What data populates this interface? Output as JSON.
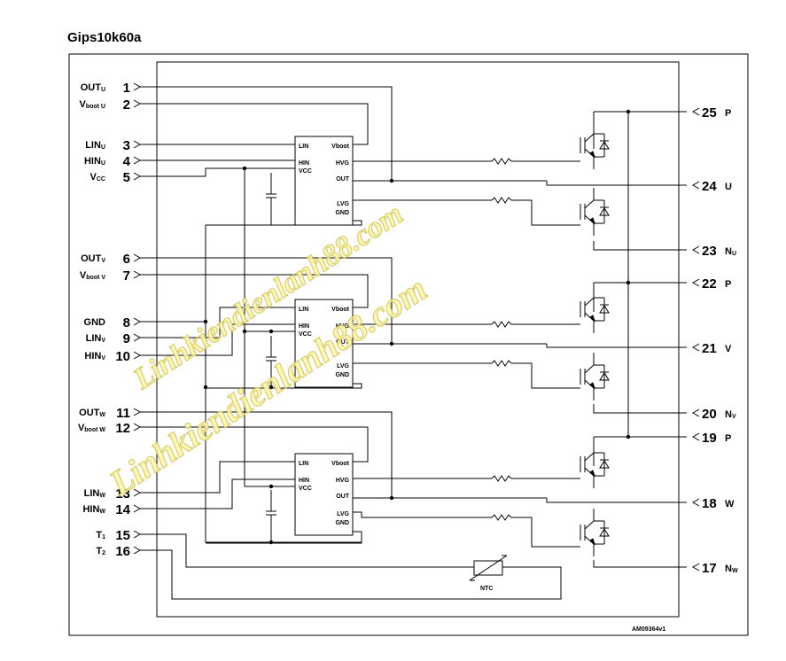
{
  "title": "Gips10k60a",
  "code": "AM09364v1",
  "watermark": "Linhkiendienlanh88.com",
  "ntc_label": "NTC",
  "left_pins": [
    {
      "num": "1",
      "main": "OUT",
      "sub": "U"
    },
    {
      "num": "2",
      "main": "V",
      "sub": "boot U"
    },
    {
      "num": "3",
      "main": "LIN",
      "sub": "U"
    },
    {
      "num": "4",
      "main": "HIN",
      "sub": "U"
    },
    {
      "num": "5",
      "main": "V",
      "sub": "CC"
    },
    {
      "num": "6",
      "main": "OUT",
      "sub": "V"
    },
    {
      "num": "7",
      "main": "V",
      "sub": "boot V"
    },
    {
      "num": "8",
      "main": "GND",
      "sub": ""
    },
    {
      "num": "9",
      "main": "LIN",
      "sub": "V"
    },
    {
      "num": "10",
      "main": "HIN",
      "sub": "V"
    },
    {
      "num": "11",
      "main": "OUT",
      "sub": "W"
    },
    {
      "num": "12",
      "main": "V",
      "sub": "boot W"
    },
    {
      "num": "13",
      "main": "LIN",
      "sub": "W"
    },
    {
      "num": "14",
      "main": "HIN",
      "sub": "W"
    },
    {
      "num": "15",
      "main": "T",
      "sub": "1"
    },
    {
      "num": "16",
      "main": "T",
      "sub": "2"
    }
  ],
  "right_pins": [
    {
      "num": "25",
      "main": "P",
      "sub": ""
    },
    {
      "num": "24",
      "main": "U",
      "sub": ""
    },
    {
      "num": "23",
      "main": "N",
      "sub": "U"
    },
    {
      "num": "22",
      "main": "P",
      "sub": ""
    },
    {
      "num": "21",
      "main": "V",
      "sub": ""
    },
    {
      "num": "20",
      "main": "N",
      "sub": "V"
    },
    {
      "num": "19",
      "main": "P",
      "sub": ""
    },
    {
      "num": "18",
      "main": "W",
      "sub": ""
    },
    {
      "num": "17",
      "main": "N",
      "sub": "W"
    }
  ],
  "drivers": [
    {
      "lin": "LIN",
      "hin": "HIN",
      "vcc": "VCC",
      "vboot": "Vboot",
      "hvg": "HVG",
      "out": "OUT",
      "lvg": "LVG",
      "gnd": "GND"
    },
    {
      "lin": "LIN",
      "hin": "HIN",
      "vcc": "VCC",
      "vboot": "Vboot",
      "hvg": "HVG",
      "out": "OUT",
      "lvg": "LVG",
      "gnd": "GND"
    },
    {
      "lin": "LIN",
      "hin": "HIN",
      "vcc": "VCC",
      "vboot": "Vboot",
      "hvg": "HVG",
      "out": "OUT",
      "lvg": "LVG",
      "gnd": "GND"
    }
  ]
}
